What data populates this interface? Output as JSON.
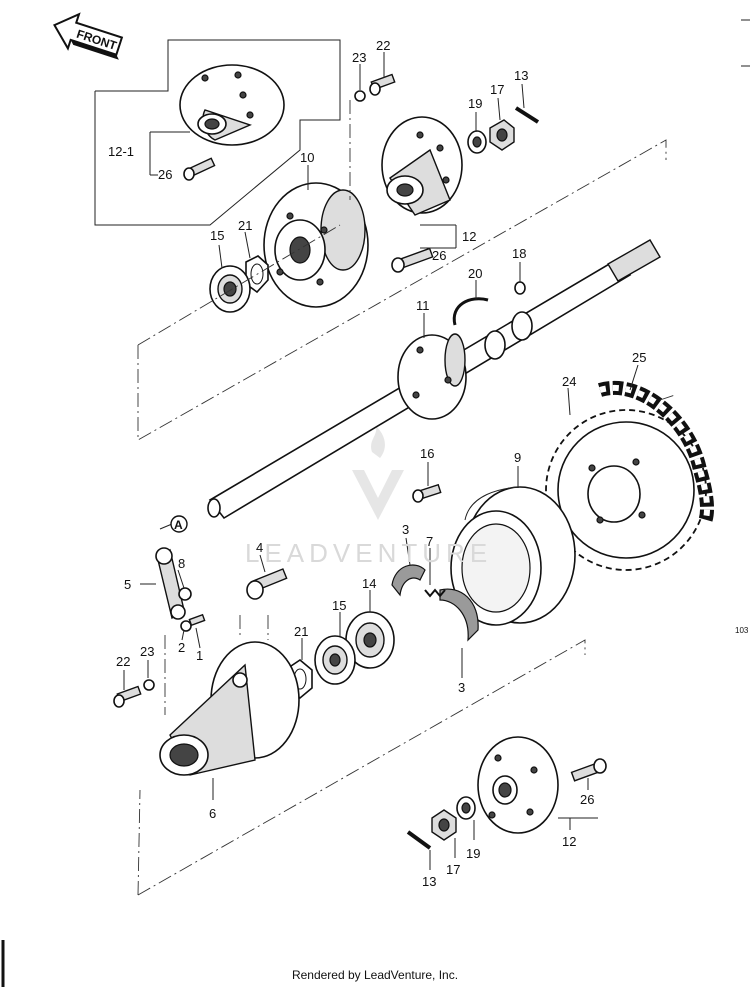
{
  "diagram": {
    "front_tag": "FRONT",
    "callout_A": "A",
    "side_code": "103",
    "watermark_brand": "LEADVENTURE",
    "footer": "Rendered by LeadVenture, Inc.",
    "labels": [
      {
        "id": "l22a",
        "text": "22"
      },
      {
        "id": "l23a",
        "text": "23"
      },
      {
        "id": "l13a",
        "text": "13"
      },
      {
        "id": "l17a",
        "text": "17"
      },
      {
        "id": "l19a",
        "text": "19"
      },
      {
        "id": "l12-1",
        "text": "12-1"
      },
      {
        "id": "l26a",
        "text": "26"
      },
      {
        "id": "l10",
        "text": "10"
      },
      {
        "id": "l21a",
        "text": "21"
      },
      {
        "id": "l15a",
        "text": "15"
      },
      {
        "id": "l12a",
        "text": "12"
      },
      {
        "id": "l26b",
        "text": "26"
      },
      {
        "id": "l20",
        "text": "20"
      },
      {
        "id": "l18",
        "text": "18"
      },
      {
        "id": "l11",
        "text": "11"
      },
      {
        "id": "l25",
        "text": "25"
      },
      {
        "id": "l24",
        "text": "24"
      },
      {
        "id": "l16",
        "text": "16"
      },
      {
        "id": "l9",
        "text": "9"
      },
      {
        "id": "l3a",
        "text": "3"
      },
      {
        "id": "l7",
        "text": "7"
      },
      {
        "id": "l4",
        "text": "4"
      },
      {
        "id": "l8",
        "text": "8"
      },
      {
        "id": "l5",
        "text": "5"
      },
      {
        "id": "l14",
        "text": "14"
      },
      {
        "id": "l15b",
        "text": "15"
      },
      {
        "id": "l21b",
        "text": "21"
      },
      {
        "id": "l2",
        "text": "2"
      },
      {
        "id": "l1",
        "text": "1"
      },
      {
        "id": "l22b",
        "text": "22"
      },
      {
        "id": "l23b",
        "text": "23"
      },
      {
        "id": "l3b",
        "text": "3"
      },
      {
        "id": "l6",
        "text": "6"
      },
      {
        "id": "l26c",
        "text": "26"
      },
      {
        "id": "l12b",
        "text": "12"
      },
      {
        "id": "l13b",
        "text": "13"
      },
      {
        "id": "l17b",
        "text": "17"
      },
      {
        "id": "l19b",
        "text": "19"
      }
    ]
  }
}
